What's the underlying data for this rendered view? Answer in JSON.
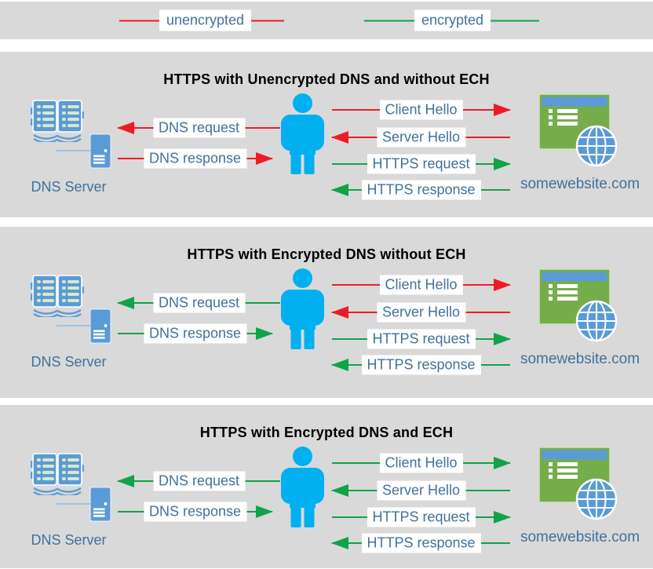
{
  "legend": {
    "items": [
      {
        "label": "unencrypted",
        "color": "#ed1c24"
      },
      {
        "label": "encrypted",
        "color": "#0fa34a"
      }
    ]
  },
  "icon_colors": {
    "device_blue": "#5b9bd5",
    "person_blue": "#00b0f0",
    "website_green": "#76ad4b",
    "connector_blue": "#9dc3e6",
    "panel_background": "#d9d9d9",
    "label_text_blue": "#41719c"
  },
  "panels": [
    {
      "title": "HTTPS with Unencrypted DNS and without ECH",
      "dns_server_label": "DNS Server",
      "website_label": "somewebsite.com",
      "messages": [
        {
          "label": "DNS request",
          "direction": "left",
          "encryption": "unencrypted",
          "color": "#ed1c24"
        },
        {
          "label": "DNS response",
          "direction": "right",
          "encryption": "unencrypted",
          "color": "#ed1c24"
        },
        {
          "label": "Client Hello",
          "direction": "right",
          "encryption": "unencrypted",
          "color": "#ed1c24"
        },
        {
          "label": "Server Hello",
          "direction": "left",
          "encryption": "unencrypted",
          "color": "#ed1c24"
        },
        {
          "label": "HTTPS request",
          "direction": "right",
          "encryption": "encrypted",
          "color": "#0fa34a"
        },
        {
          "label": "HTTPS response",
          "direction": "left",
          "encryption": "encrypted",
          "color": "#0fa34a"
        }
      ]
    },
    {
      "title": "HTTPS with Encrypted DNS without ECH",
      "dns_server_label": "DNS Server",
      "website_label": "somewebsite.com",
      "messages": [
        {
          "label": "DNS request",
          "direction": "left",
          "encryption": "encrypted",
          "color": "#0fa34a"
        },
        {
          "label": "DNS response",
          "direction": "right",
          "encryption": "encrypted",
          "color": "#0fa34a"
        },
        {
          "label": "Client Hello",
          "direction": "right",
          "encryption": "unencrypted",
          "color": "#ed1c24"
        },
        {
          "label": "Server Hello",
          "direction": "left",
          "encryption": "unencrypted",
          "color": "#ed1c24"
        },
        {
          "label": "HTTPS request",
          "direction": "right",
          "encryption": "encrypted",
          "color": "#0fa34a"
        },
        {
          "label": "HTTPS response",
          "direction": "left",
          "encryption": "encrypted",
          "color": "#0fa34a"
        }
      ]
    },
    {
      "title": "HTTPS with Encrypted DNS and ECH",
      "dns_server_label": "DNS Server",
      "website_label": "somewebsite.com",
      "messages": [
        {
          "label": "DNS request",
          "direction": "left",
          "encryption": "encrypted",
          "color": "#0fa34a"
        },
        {
          "label": "DNS response",
          "direction": "right",
          "encryption": "encrypted",
          "color": "#0fa34a"
        },
        {
          "label": "Client Hello",
          "direction": "right",
          "encryption": "encrypted",
          "color": "#0fa34a"
        },
        {
          "label": "Server Hello",
          "direction": "left",
          "encryption": "encrypted",
          "color": "#0fa34a"
        },
        {
          "label": "HTTPS request",
          "direction": "right",
          "encryption": "encrypted",
          "color": "#0fa34a"
        },
        {
          "label": "HTTPS response",
          "direction": "left",
          "encryption": "encrypted",
          "color": "#0fa34a"
        }
      ]
    }
  ]
}
